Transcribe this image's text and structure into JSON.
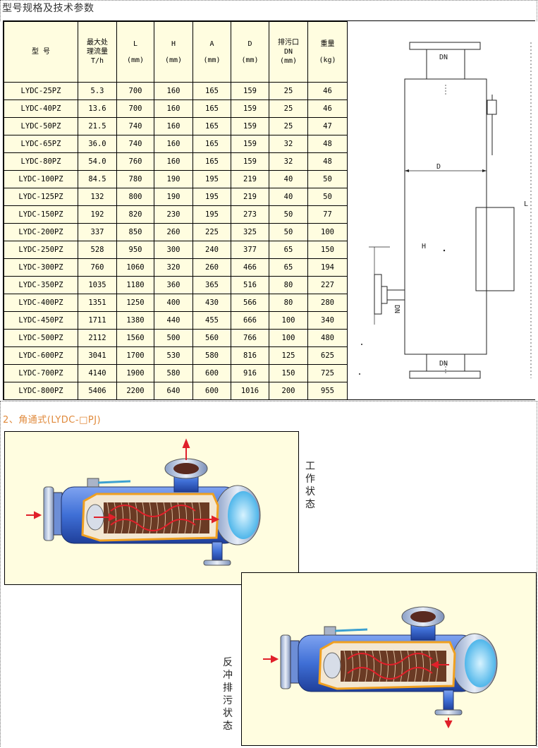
{
  "heading": "型号规格及技术参数",
  "table": {
    "headers": [
      {
        "lines": [
          "型 号"
        ]
      },
      {
        "lines": [
          "最大处",
          "理流量",
          "T/h"
        ]
      },
      {
        "lines": [
          "L",
          "(mm)"
        ]
      },
      {
        "lines": [
          "H",
          "(mm)"
        ]
      },
      {
        "lines": [
          "A",
          "(mm)"
        ]
      },
      {
        "lines": [
          "D",
          "(mm)"
        ]
      },
      {
        "lines": [
          "排污口",
          "DN",
          "(mm)"
        ]
      },
      {
        "lines": [
          "重量",
          "(kg)"
        ]
      }
    ],
    "rows": [
      [
        "LYDC-25PZ",
        "5.3",
        "700",
        "160",
        "165",
        "159",
        "25",
        "46"
      ],
      [
        "LYDC-40PZ",
        "13.6",
        "700",
        "160",
        "165",
        "159",
        "25",
        "46"
      ],
      [
        "LYDC-50PZ",
        "21.5",
        "740",
        "160",
        "165",
        "159",
        "25",
        "47"
      ],
      [
        "LYDC-65PZ",
        "36.0",
        "740",
        "160",
        "165",
        "159",
        "32",
        "48"
      ],
      [
        "LYDC-80PZ",
        "54.0",
        "760",
        "160",
        "165",
        "159",
        "32",
        "48"
      ],
      [
        "LYDC-100PZ",
        "84.5",
        "780",
        "190",
        "195",
        "219",
        "40",
        "50"
      ],
      [
        "LYDC-125PZ",
        "132",
        "800",
        "190",
        "195",
        "219",
        "40",
        "50"
      ],
      [
        "LYDC-150PZ",
        "192",
        "820",
        "230",
        "195",
        "273",
        "50",
        "77"
      ],
      [
        "LYDC-200PZ",
        "337",
        "850",
        "260",
        "225",
        "325",
        "50",
        "100"
      ],
      [
        "LYDC-250PZ",
        "528",
        "950",
        "300",
        "240",
        "377",
        "65",
        "150"
      ],
      [
        "LYDC-300PZ",
        "760",
        "1060",
        "320",
        "260",
        "466",
        "65",
        "194"
      ],
      [
        "LYDC-350PZ",
        "1035",
        "1180",
        "360",
        "365",
        "516",
        "80",
        "227"
      ],
      [
        "LYDC-400PZ",
        "1351",
        "1250",
        "400",
        "430",
        "566",
        "80",
        "280"
      ],
      [
        "LYDC-450PZ",
        "1711",
        "1380",
        "440",
        "455",
        "666",
        "100",
        "340"
      ],
      [
        "LYDC-500PZ",
        "2112",
        "1560",
        "500",
        "560",
        "766",
        "100",
        "480"
      ],
      [
        "LYDC-600PZ",
        "3041",
        "1700",
        "530",
        "580",
        "816",
        "125",
        "625"
      ],
      [
        "LYDC-700PZ",
        "4140",
        "1900",
        "580",
        "600",
        "916",
        "150",
        "725"
      ],
      [
        "LYDC-800PZ",
        "5406",
        "2200",
        "640",
        "600",
        "1016",
        "200",
        "955"
      ]
    ]
  },
  "drawing": {
    "label_dn_top": "DN",
    "label_d": "D",
    "label_h": "H",
    "label_l": "L",
    "label_dn_side": "DN",
    "label_dn_bottom": "DN"
  },
  "section2_title": "2、角通式(LYDC-□PJ)",
  "label_working": "工作状态",
  "label_backflush": "反冲排污状态",
  "colors": {
    "table_bg": "#fffde0",
    "section_title": "#e08a3c",
    "vessel_blue": "#3f6fd6",
    "arrow_red": "#e0202a",
    "screen_brown": "#6a3a24",
    "outline_orange": "#f0a020"
  }
}
